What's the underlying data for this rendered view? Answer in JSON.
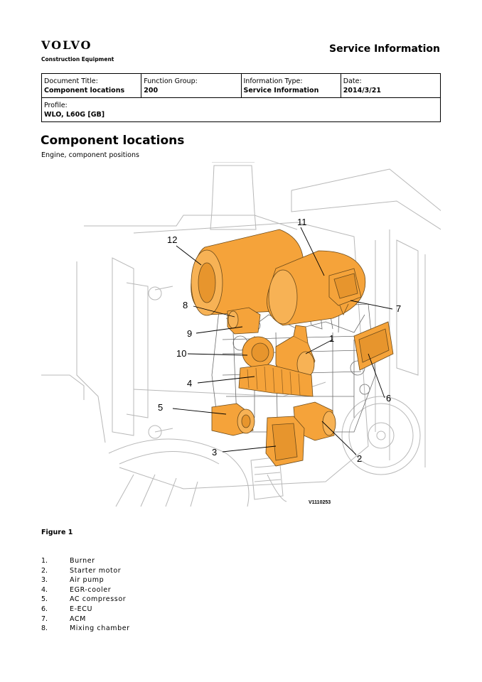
{
  "header": {
    "logo_word": "VOLVO",
    "logo_sub": "Construction Equipment",
    "service_title": "Service Information"
  },
  "meta": {
    "doc_title_label": "Document Title:",
    "doc_title": "Component locations",
    "function_group_label": "Function Group:",
    "function_group": "200",
    "info_type_label": "Information Type:",
    "info_type": "Service Information",
    "date_label": "Date:",
    "date": "2014/3/21",
    "profile_label": "Profile:",
    "profile": "WLO, L60G [GB]"
  },
  "page_title": "Component locations",
  "subtitle": "Engine, component positions",
  "figure": {
    "callouts": [
      "1",
      "2",
      "3",
      "4",
      "5",
      "6",
      "7",
      "8",
      "9",
      "10",
      "11",
      "12"
    ],
    "image_id": "V1110253",
    "caption": "Figure 1",
    "accent_color": "#f5a33a"
  },
  "legend": [
    {
      "num": "1.",
      "text": "Burner"
    },
    {
      "num": "2.",
      "text": "Starter motor"
    },
    {
      "num": "3.",
      "text": "Air pump"
    },
    {
      "num": "4.",
      "text": "EGR-cooler"
    },
    {
      "num": "5.",
      "text": "AC compressor"
    },
    {
      "num": "6.",
      "text": "E-ECU"
    },
    {
      "num": "7.",
      "text": "ACM"
    },
    {
      "num": "8.",
      "text": "Mixing chamber"
    }
  ]
}
